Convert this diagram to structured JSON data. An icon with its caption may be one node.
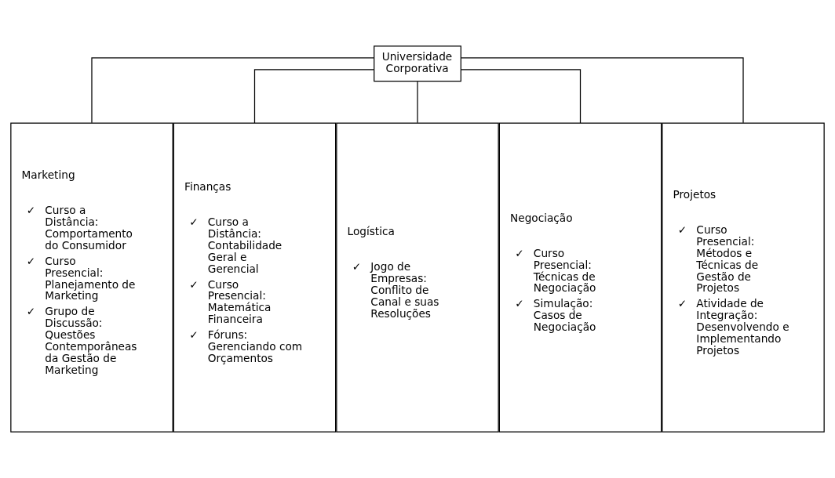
{
  "diagram": {
    "nodes": [
      {
        "text": [
          "Universidade Corporativa"
        ]
      },
      {
        "text": [
          "Marketing",
          "✓ Curso a Distância: Comportamento do Consumidor",
          "✓ Curso Presencial: Planejamento de Marketing",
          "✓ Grupo de Discussão: Questões Contemporâneas da Gestão de Marketing"
        ]
      },
      {
        "text": [
          "Finanças",
          "✓ Curso a Distância: Contabilidade Geral e Gerencial",
          "✓ Curso Presencial: Matemática Financeira",
          "✓ Fóruns: Gerenciando com Orçamentos"
        ]
      },
      {
        "text": [
          "Logística",
          "✓ Jogo de Empresas: Conflito de Canal e suas Resoluções"
        ]
      },
      {
        "text": [
          "Negociação",
          "✓ Curso Presencial: Técnicas de Negociação",
          "✓ Simulação: Casos de Negociação"
        ]
      },
      {
        "text": [
          "Projetos",
          "✓ Curso Presencial: Métodos e Técnicas de Gestão de Projetos",
          "✓ Atividade de Integração: Desenvolvendo e Implementando Projetos"
        ]
      }
    ],
    "edges": [
      {
        "from": 0,
        "to": 1,
        "arrow": "none"
      },
      {
        "from": 0,
        "to": 2,
        "arrow": "none"
      },
      {
        "from": 0,
        "to": 3,
        "arrow": "none"
      },
      {
        "from": 0,
        "to": 4,
        "arrow": "none"
      },
      {
        "from": 0,
        "to": 5,
        "arrow": "none"
      }
    ]
  }
}
